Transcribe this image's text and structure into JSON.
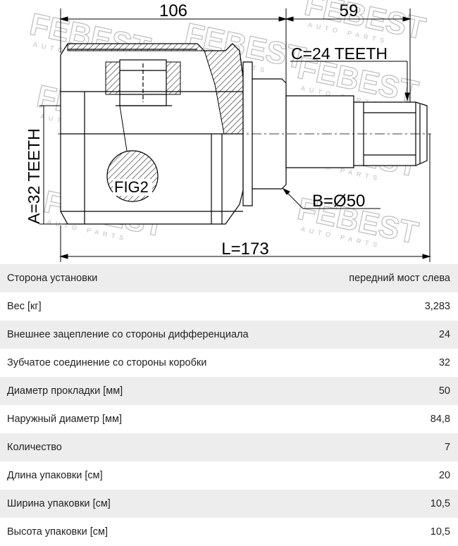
{
  "drawing": {
    "dim_top_left": "106",
    "dim_top_right": "59",
    "label_c": "C=24 TEETH",
    "label_a": "A=32 TEETH",
    "label_b": "B=Ø50",
    "label_l": "L=173",
    "label_fig": "FIG2",
    "watermark_brand": "FEBEST",
    "watermark_sub": "AUTO PARTS"
  },
  "specs": [
    {
      "label": "Сторона установки",
      "value": "передний мост слева"
    },
    {
      "label": "Вес [кг]",
      "value": "3,283"
    },
    {
      "label": "Внешнее зацепление со стороны дифференциала",
      "value": "24"
    },
    {
      "label": "Зубчатое соединение со стороны коробки",
      "value": "32"
    },
    {
      "label": "Диаметр прокладки [мм]",
      "value": "50"
    },
    {
      "label": "Наружный диаметр [мм]",
      "value": "84,8"
    },
    {
      "label": "Количество",
      "value": "7"
    },
    {
      "label": "Длина упаковки [см]",
      "value": "20"
    },
    {
      "label": "Ширина упаковки [см]",
      "value": "10,5"
    },
    {
      "label": "Высота упаковки [см]",
      "value": "10,5"
    }
  ]
}
